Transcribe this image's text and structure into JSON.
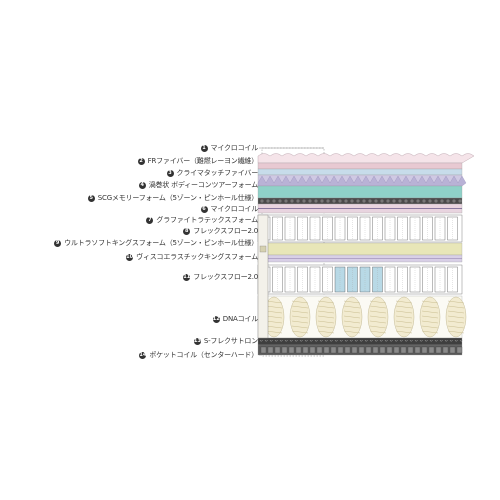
{
  "layers": [
    {
      "num": "1",
      "label": "マイクロコイル"
    },
    {
      "num": "2",
      "label": "FRファイバー（難燃レーヨン繊維）"
    },
    {
      "num": "3",
      "label": "クライマタッチファイバー"
    },
    {
      "num": "4",
      "label": "渦巻状 ボディーコンツアーフォーム"
    },
    {
      "num": "5",
      "label": "SCGメモリーフォーム（5ゾーン・ピンホール仕様）"
    },
    {
      "num": "6",
      "label": "マイクロコイル"
    },
    {
      "num": "7",
      "label": "グラファイトラテックスフォーム"
    },
    {
      "num": "8",
      "label": "フレックスフロー2.0"
    },
    {
      "num": "9",
      "label": "ウルトラソフトキングスフォーム（5ゾーン・ピンホール仕様）"
    },
    {
      "num": "10",
      "label": "ヴィスコエラスチックキングスフォーム"
    },
    {
      "num": "11",
      "label": "フレックスフロー2.0"
    },
    {
      "num": "12",
      "label": "DNAコイル"
    },
    {
      "num": "13",
      "label": "S-フレクサトロン"
    },
    {
      "num": "14",
      "label": "ポケットコイル（センターハード）"
    }
  ],
  "colors": {
    "line": "#888888",
    "pink": "#e8c9d2",
    "blue": "#c7dcea",
    "lilac": "#cfc9e3",
    "teal": "#8fd1c8",
    "dark": "#4a4a4a",
    "yellow": "#e8e6b8",
    "coil": "#f2ebd0",
    "cellblue": "#b8d9e6"
  }
}
